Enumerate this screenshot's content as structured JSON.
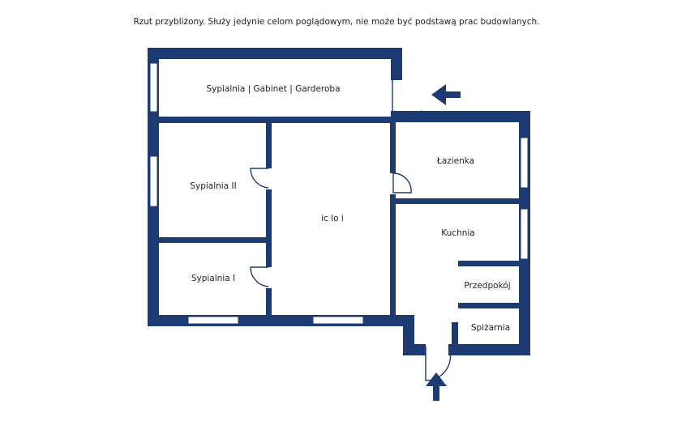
{
  "disclaimer": "Rzut przybliżony. Służy jedynie celom poglądowym, nie może być podstawą prac budowlanych.",
  "rooms": {
    "bedroom_office": "Sypialnia | Gabinet | Garderoba",
    "bedroom_2": "Sypialnia II",
    "bedroom_1": "Sypialnia I",
    "living": "ic lo i",
    "bathroom": "Łazienka",
    "kitchen": "Kuchnia",
    "hallway": "Przedpokój",
    "pantry": "Spiżarnia"
  },
  "colors": {
    "wall": "#1e3a73",
    "background": "#ffffff"
  },
  "icons": {
    "entrance_right": "arrow-left-icon",
    "entrance_bottom": "arrow-up-icon"
  }
}
